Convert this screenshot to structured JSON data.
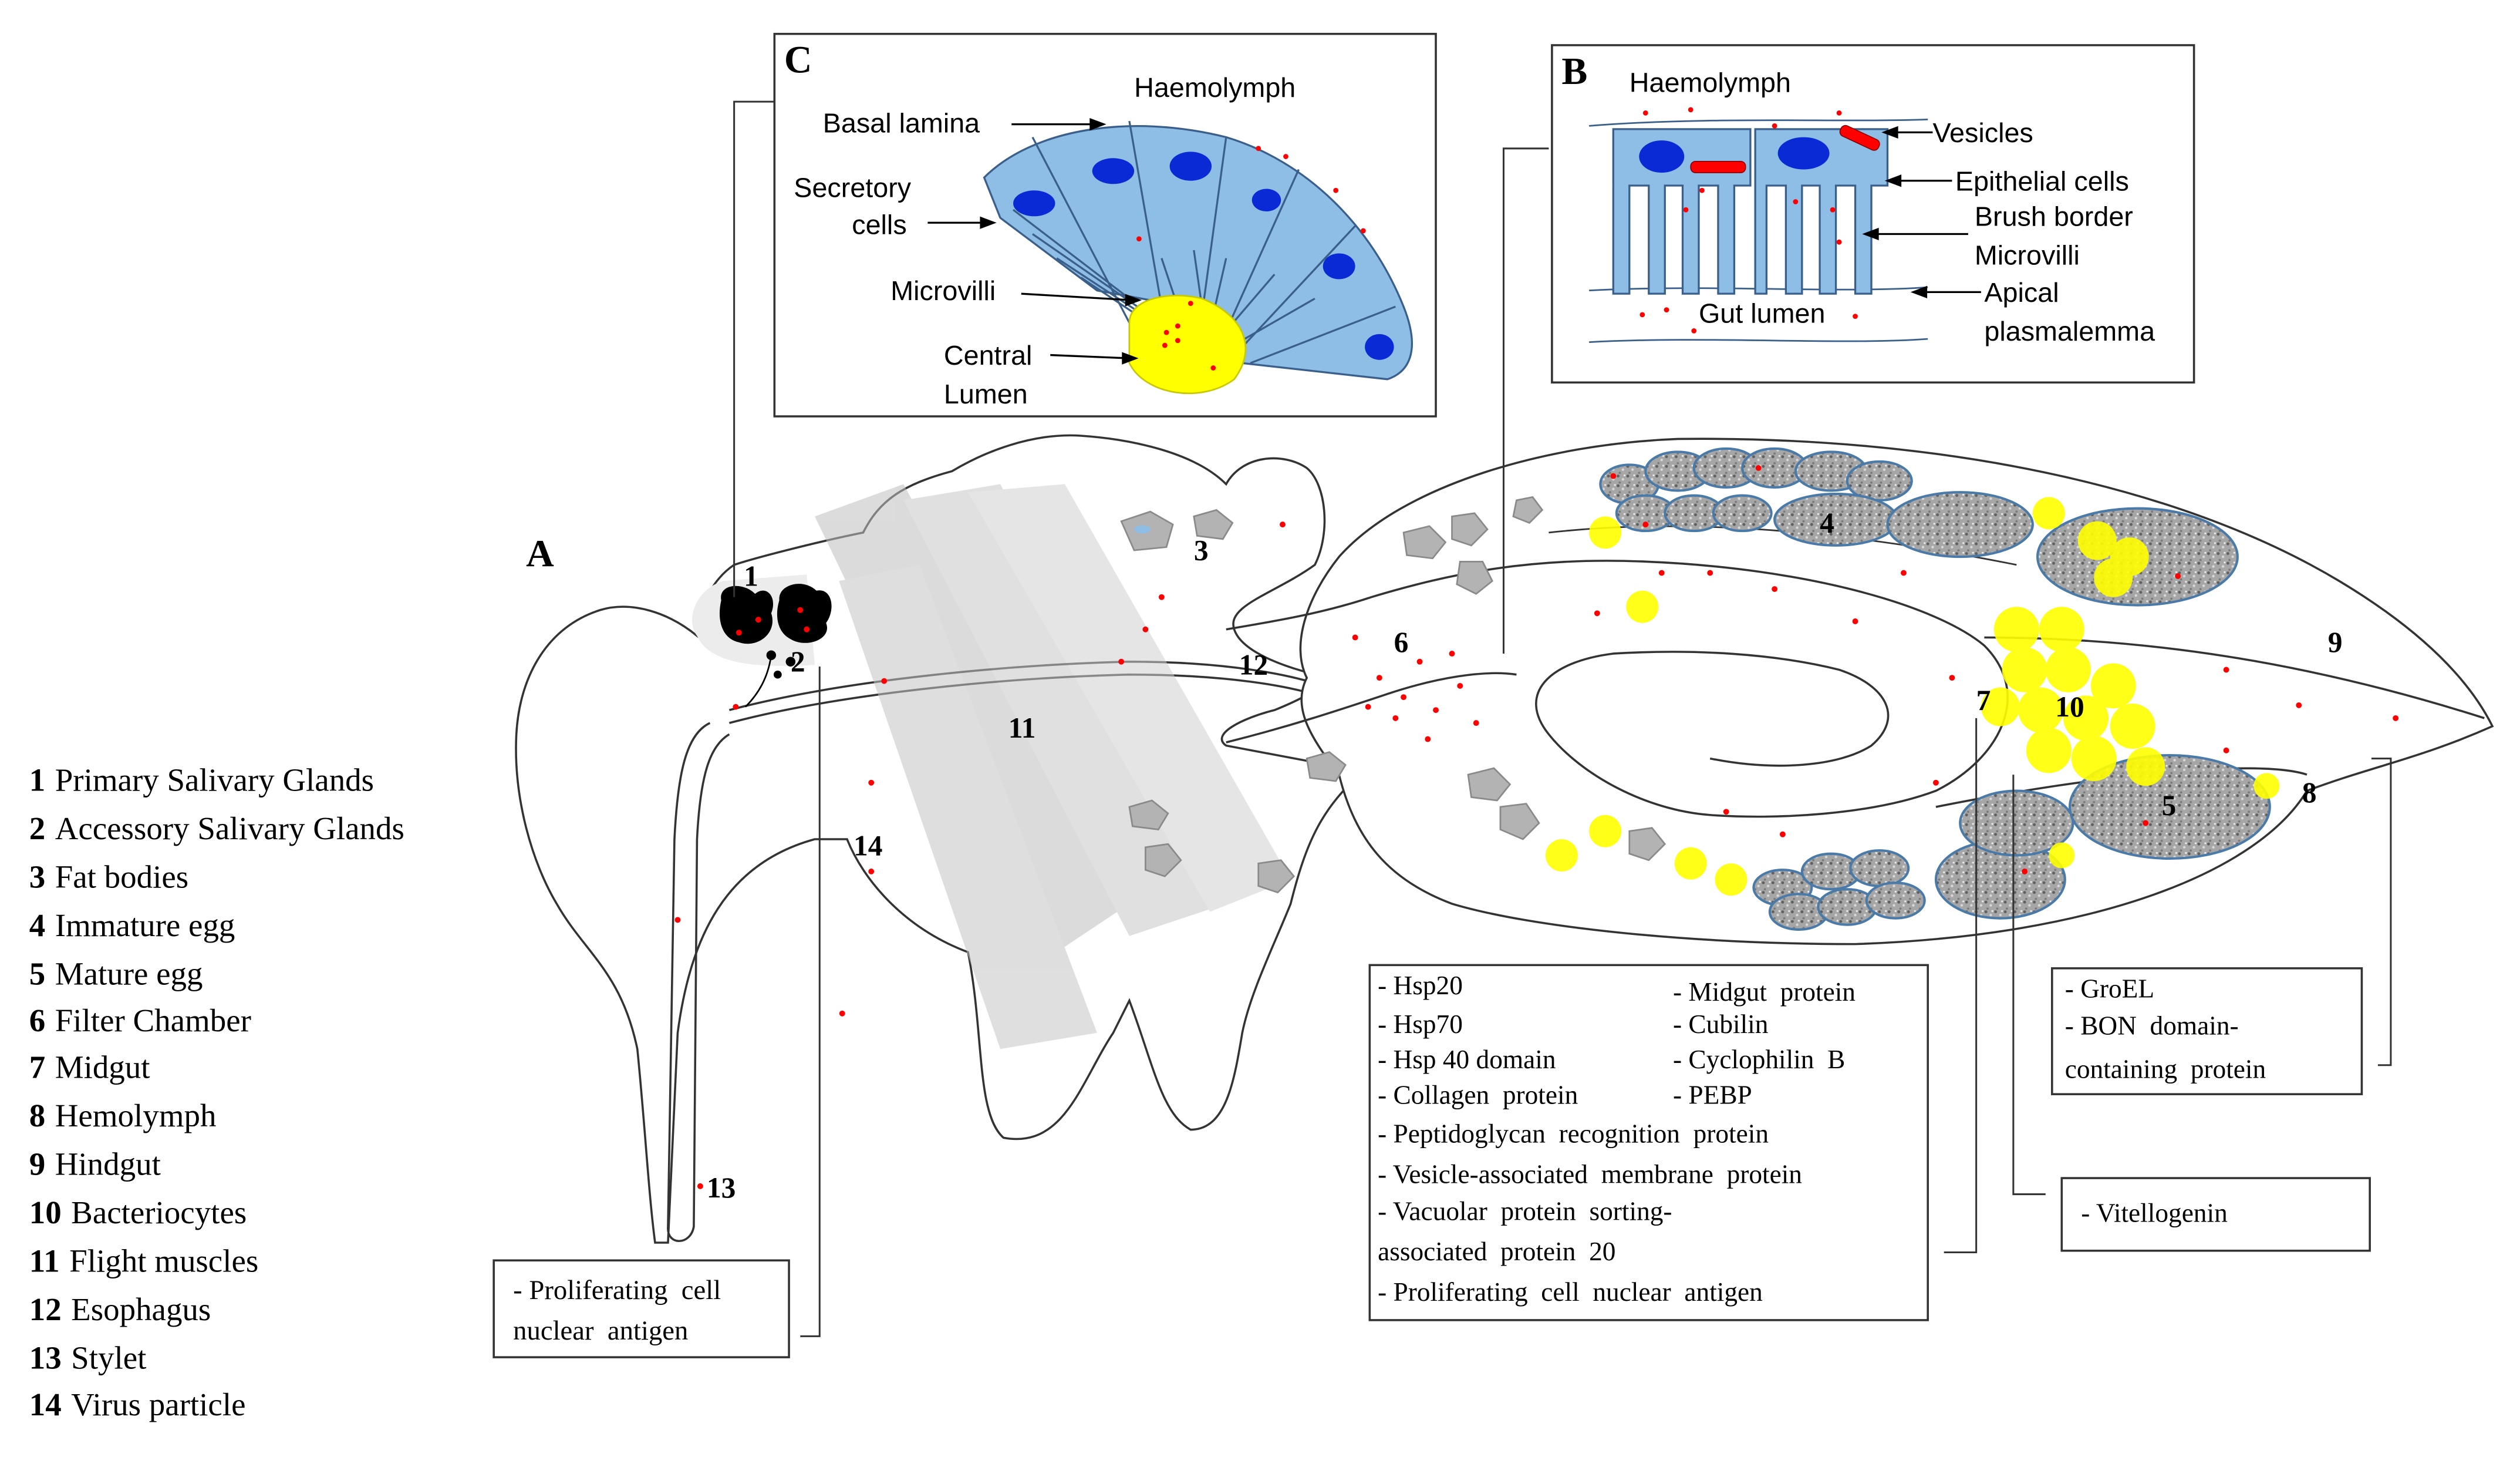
{
  "panel_a_letter": "A",
  "panel_b": {
    "letter": "B",
    "haemolymph": "Haemolymph",
    "vesicles": "Vesicles",
    "epithelial_cells": "Epithelial cells",
    "brush_border": "Brush border",
    "microvilli": "Microvilli",
    "apical_1": "Apical",
    "apical_2": "plasmalemma",
    "gut_lumen": "Gut lumen"
  },
  "panel_c": {
    "letter": "C",
    "haemolymph": "Haemolymph",
    "basal_lamina": "Basal lamina",
    "secretory_1": "Secretory",
    "secretory_2": "cells",
    "microvilli": "Microvilli",
    "central_1": "Central",
    "central_2": "Lumen"
  },
  "body_labels": {
    "n1": "1",
    "n2": "2",
    "n3": "3",
    "n4": "4",
    "n5": "5",
    "n6": "6",
    "n7": "7",
    "n8": "8",
    "n9": "9",
    "n10": "10",
    "n11": "11",
    "n12": "12",
    "n13": "13",
    "n14": "14"
  },
  "legend": [
    {
      "num": "1",
      "text": "Primary Salivary Glands"
    },
    {
      "num": "2",
      "text": "Accessory Salivary Glands"
    },
    {
      "num": "3",
      "text": "Fat bodies"
    },
    {
      "num": "4",
      "text": "Immature egg"
    },
    {
      "num": "5",
      "text": "Mature egg"
    },
    {
      "num": "6",
      "text": "Filter Chamber"
    },
    {
      "num": "7",
      "text": "Midgut"
    },
    {
      "num": "8",
      "text": "Hemolymph"
    },
    {
      "num": "9",
      "text": "Hindgut"
    },
    {
      "num": "10",
      "text": "Bacteriocytes"
    },
    {
      "num": "11",
      "text": "Flight muscles"
    },
    {
      "num": "12",
      "text": "Esophagus"
    },
    {
      "num": "13",
      "text": "Stylet"
    },
    {
      "num": "14",
      "text": "Virus particle"
    }
  ],
  "box_salivary": {
    "line1": "- Proliferating  cell",
    "line2": "nuclear  antigen"
  },
  "box_midgut": {
    "col1": [
      "- Hsp20",
      "- Hsp70",
      "- Hsp 40 domain",
      "- Collagen  protein"
    ],
    "col2": [
      "- Midgut  protein",
      "- Cubilin",
      "- Cyclophilin  B",
      "- PEBP"
    ],
    "full": [
      "- Peptidoglycan  recognition  protein",
      "- Vesicle-associated  membrane  protein",
      "- Vacuolar  protein  sorting-",
      "associated  protein  20",
      "- Proliferating  cell  nuclear  antigen"
    ]
  },
  "box_hemolymph": {
    "line1": "- GroEL",
    "line2": "- BON  domain-",
    "line3": "containing  protein"
  },
  "box_egg": {
    "line1": "- Vitellogenin"
  },
  "colors": {
    "cell_blue": "#8ebde6",
    "nucleus_blue": "#0a2ad6",
    "lumen_yellow": "#ffff00",
    "virus_red": "#ff0000",
    "egg_grey": "#8c8c8c",
    "muscle_grey": "#cfcfcf"
  }
}
